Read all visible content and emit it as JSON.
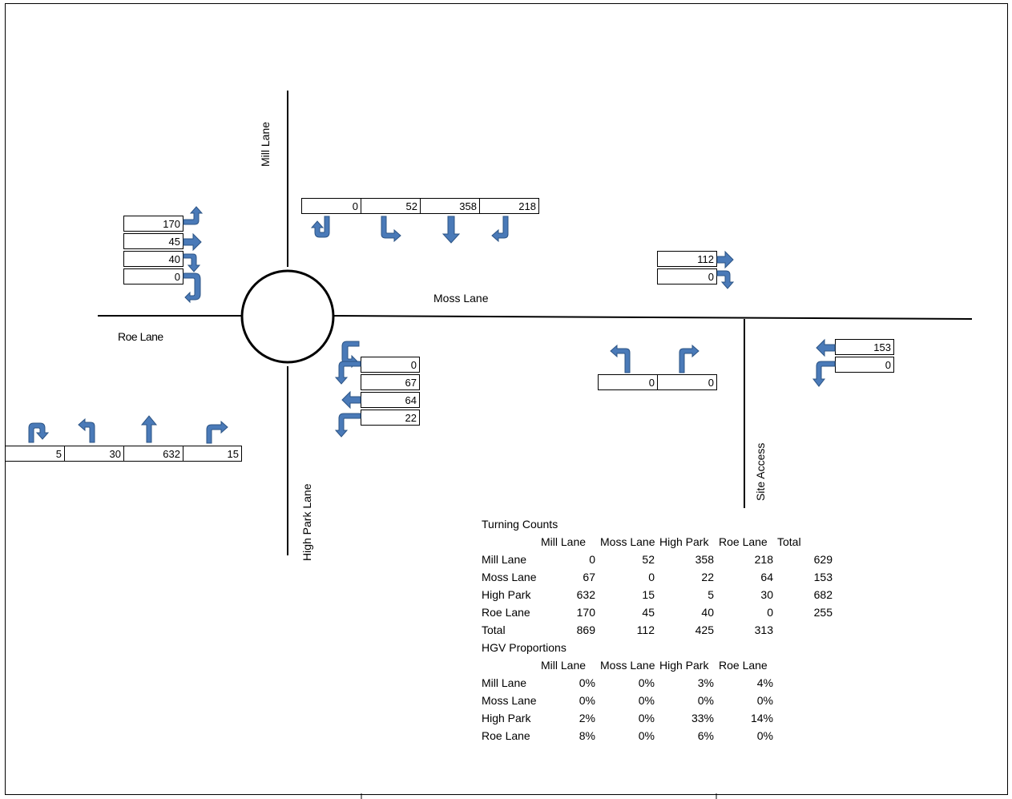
{
  "roads": {
    "north": "Mill Lane",
    "east": "Moss Lane",
    "south": "High Park Lane",
    "west": "Roe Lane",
    "site": "Site Access"
  },
  "counts": {
    "mill_lane": [
      "0",
      "52",
      "358",
      "218"
    ],
    "roe_lane": [
      "170",
      "45",
      "40",
      "0"
    ],
    "moss_lane": [
      "0",
      "67",
      "64",
      "22"
    ],
    "high_park_lane": [
      "5",
      "30",
      "632",
      "15"
    ],
    "moss_to_site": [
      "112",
      "0"
    ],
    "site_access": [
      "0",
      "0"
    ],
    "east_moss": [
      "153",
      "0"
    ]
  },
  "arrows": {
    "mill_lane": [
      "uturn-arrow-icon",
      "left-turn-arrow-icon",
      "straight-down-arrow-icon",
      "right-turn-arrow-icon"
    ],
    "roe_lane": [
      "left-turn-arrow-icon",
      "straight-right-arrow-icon",
      "right-turn-arrow-icon",
      "uturn-arrow-icon"
    ],
    "moss_lane": [
      "uturn-arrow-icon",
      "right-turn-arrow-icon",
      "straight-left-arrow-icon",
      "left-turn-arrow-icon"
    ],
    "high_park_lane": [
      "uturn-arrow-icon",
      "left-turn-arrow-icon",
      "straight-up-arrow-icon",
      "right-turn-arrow-icon"
    ]
  },
  "table": {
    "turning_title": "Turning Counts",
    "turning_headers": [
      "Mill Lane",
      "Moss Lane",
      "High Park",
      "Roe Lane",
      "Total"
    ],
    "turning_rows": [
      {
        "label": "Mill Lane",
        "values": [
          "0",
          "52",
          "358",
          "218",
          "629"
        ]
      },
      {
        "label": "Moss Lane",
        "values": [
          "67",
          "0",
          "22",
          "64",
          "153"
        ]
      },
      {
        "label": "High Park",
        "values": [
          "632",
          "15",
          "5",
          "30",
          "682"
        ]
      },
      {
        "label": "Roe Lane",
        "values": [
          "170",
          "45",
          "40",
          "0",
          "255"
        ]
      },
      {
        "label": "Total",
        "values": [
          "869",
          "112",
          "425",
          "313",
          ""
        ]
      }
    ],
    "hgv_title": "HGV Proportions",
    "hgv_headers": [
      "Mill Lane",
      "Moss Lane",
      "High Park",
      "Roe Lane"
    ],
    "hgv_rows": [
      {
        "label": "Mill Lane",
        "values": [
          "0%",
          "0%",
          "3%",
          "4%"
        ]
      },
      {
        "label": "Moss Lane",
        "values": [
          "0%",
          "0%",
          "0%",
          "0%"
        ]
      },
      {
        "label": "High Park",
        "values": [
          "2%",
          "0%",
          "33%",
          "14%"
        ]
      },
      {
        "label": "Roe Lane",
        "values": [
          "8%",
          "0%",
          "6%",
          "0%"
        ]
      }
    ]
  },
  "colors": {
    "arrow_fill": "#4a7ab8",
    "arrow_stroke": "#2c5485"
  }
}
